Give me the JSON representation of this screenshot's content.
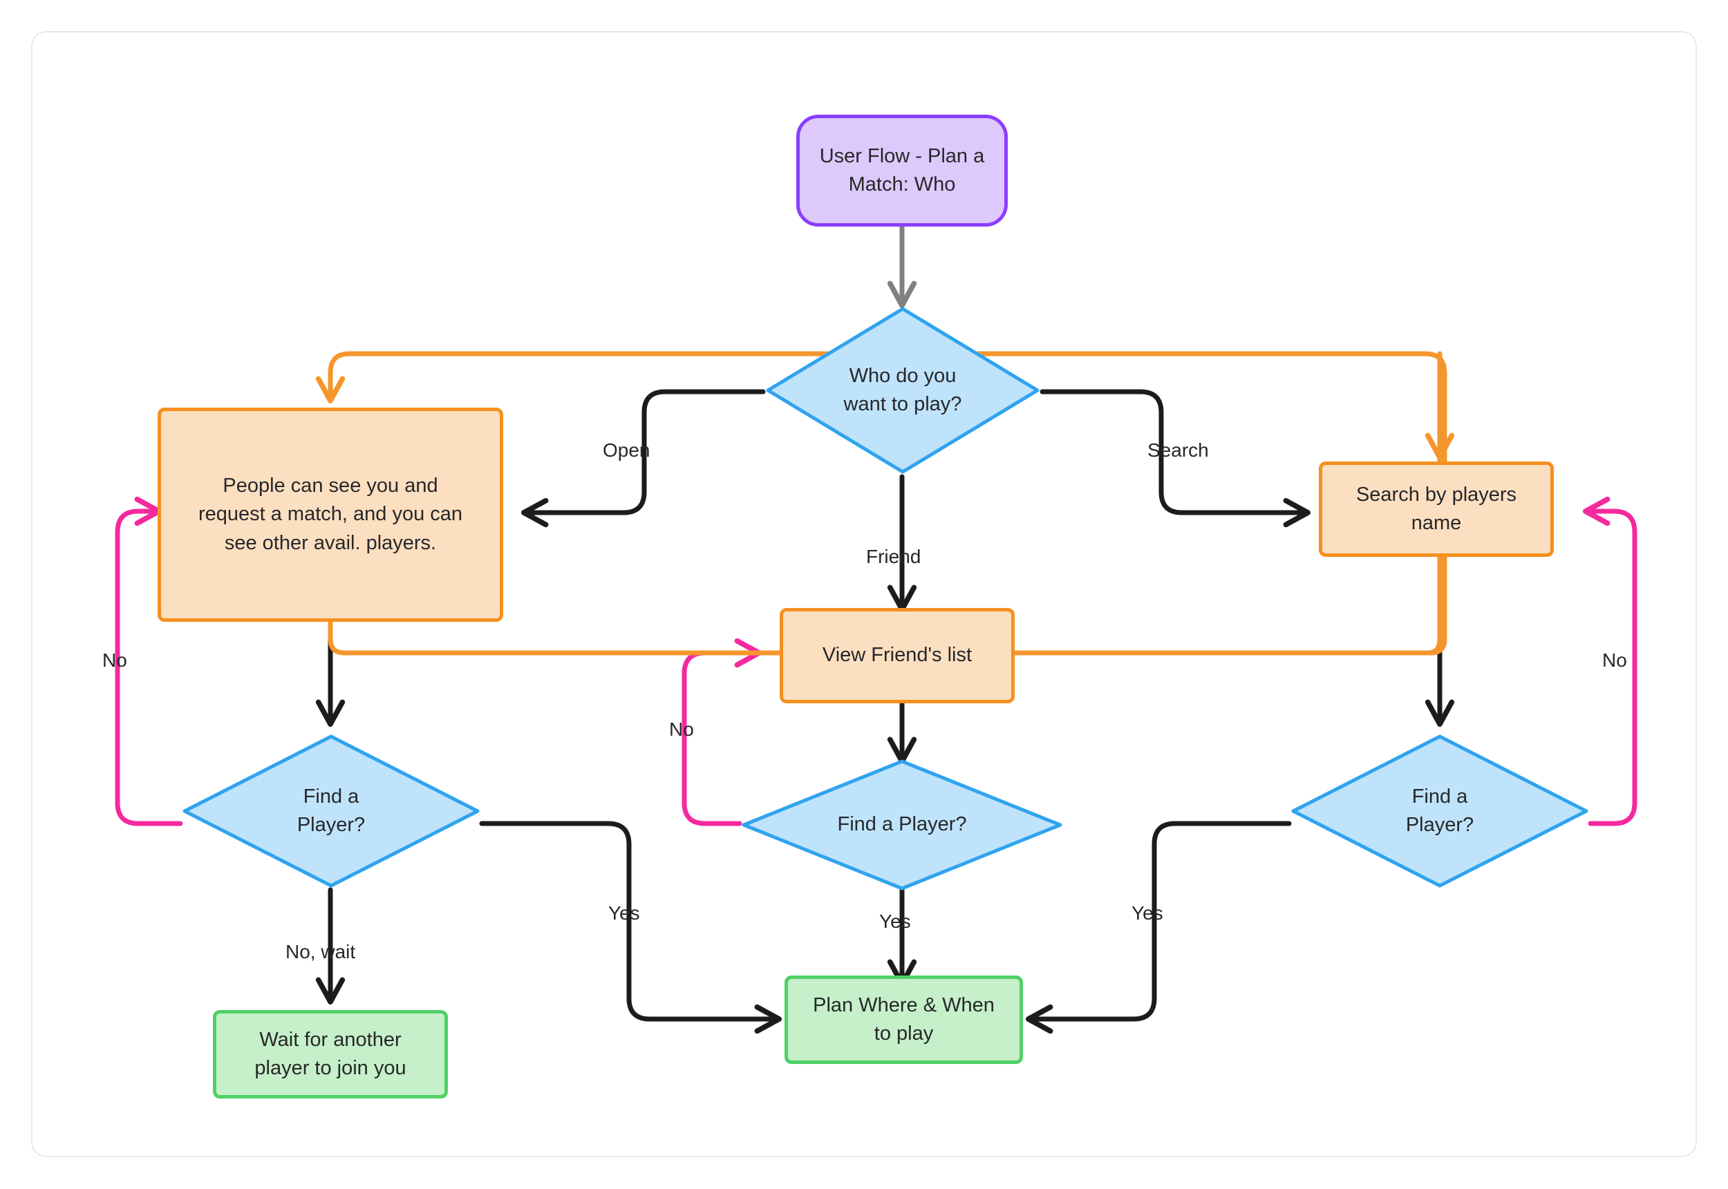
{
  "diagram": {
    "title": "User Flow - Plan a Match: Who",
    "type": "flowchart",
    "colors": {
      "start_fill": "#ddc9fb",
      "start_stroke": "#8b3dff",
      "decision_fill": "#bfe3fb",
      "decision_stroke": "#2fa3ef",
      "process_fill": "#fbdfc0",
      "process_stroke": "#f5901f",
      "end_fill": "#c5f0c9",
      "end_stroke": "#4fd166",
      "edge_default": "#1c1c1c",
      "edge_orange": "#f5962d",
      "edge_magenta": "#f5299f",
      "edge_gray": "#808080",
      "card_border": "#e8e8e8",
      "text": "#27272a"
    },
    "nodes": [
      {
        "id": "start",
        "shape": "rounded",
        "label": "User Flow - Plan a\nMatch: Who"
      },
      {
        "id": "who",
        "shape": "diamond",
        "label": "Who do you\nwant to play?"
      },
      {
        "id": "open_box",
        "shape": "rect",
        "label": "People can see you and\nrequest a match, and you can\nsee other avail. players."
      },
      {
        "id": "friend_box",
        "shape": "rect",
        "label": "View Friend's list"
      },
      {
        "id": "search_box",
        "shape": "rect",
        "label": "Search by players\nname"
      },
      {
        "id": "find_left",
        "shape": "diamond",
        "label": "Find a\nPlayer?"
      },
      {
        "id": "find_center",
        "shape": "diamond",
        "label": "Find a Player?"
      },
      {
        "id": "find_right",
        "shape": "diamond",
        "label": "Find a\nPlayer?"
      },
      {
        "id": "wait_box",
        "shape": "rect",
        "label": "Wait for another\nplayer to join you"
      },
      {
        "id": "plan_box",
        "shape": "rect",
        "label": "Plan Where & When\nto play"
      }
    ],
    "edges": [
      {
        "from": "start",
        "to": "who",
        "label": "",
        "color": "gray"
      },
      {
        "from": "who",
        "to": "open_box",
        "label": "Open",
        "color": "default"
      },
      {
        "from": "who",
        "to": "friend_box",
        "label": "Friend",
        "color": "default"
      },
      {
        "from": "who",
        "to": "search_box",
        "label": "Search",
        "color": "default"
      },
      {
        "from": "open_box",
        "to": "find_left",
        "label": "",
        "color": "default"
      },
      {
        "from": "friend_box",
        "to": "find_center",
        "label": "",
        "color": "default"
      },
      {
        "from": "search_box",
        "to": "find_right",
        "label": "",
        "color": "default"
      },
      {
        "from": "find_left",
        "to": "open_box",
        "label": "No",
        "color": "magenta"
      },
      {
        "from": "find_center",
        "to": "friend_box",
        "label": "No",
        "color": "magenta"
      },
      {
        "from": "find_right",
        "to": "search_box",
        "label": "No",
        "color": "magenta"
      },
      {
        "from": "find_left",
        "to": "wait_box",
        "label": "No, wait",
        "color": "default"
      },
      {
        "from": "find_left",
        "to": "plan_box",
        "label": "Yes",
        "color": "default"
      },
      {
        "from": "find_center",
        "to": "plan_box",
        "label": "Yes",
        "color": "default"
      },
      {
        "from": "find_right",
        "to": "plan_box",
        "label": "Yes",
        "color": "default"
      },
      {
        "from": "friend_box",
        "to": "open_box",
        "label": "",
        "color": "orange"
      },
      {
        "from": "friend_box",
        "to": "search_box",
        "label": "",
        "color": "orange"
      }
    ],
    "edge_labels": {
      "open": "Open",
      "search": "Search",
      "friend": "Friend",
      "no_left": "No",
      "no_center": "No",
      "no_right": "No",
      "no_wait": "No, wait",
      "yes_left": "Yes",
      "yes_center": "Yes",
      "yes_right": "Yes"
    }
  }
}
